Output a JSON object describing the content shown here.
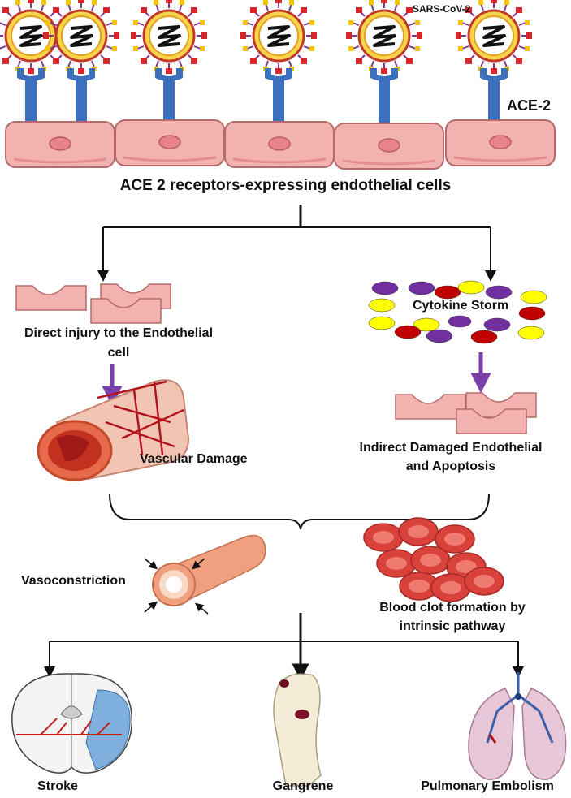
{
  "labels": {
    "virus": "SARS-CoV-2",
    "receptor": "ACE-2",
    "cells": "ACE 2 receptors-expressing endothelial cells",
    "cytokine": "Cytokine Storm",
    "direct_injury_line1": "Direct injury to the Endothelial",
    "direct_injury_line2": "cell",
    "vascular": "Vascular Damage",
    "indirect_line1": "Indirect Damaged Endothelial",
    "indirect_line2": "and Apoptosis",
    "vasoconstriction": "Vasoconstriction",
    "clot_line1": "Blood clot formation by",
    "clot_line2": "intrinsic pathway",
    "stroke": "Stroke",
    "gangrene": "Gangrene",
    "embolism": "Pulmonary Embolism"
  },
  "colors": {
    "cell_fill": "#f2b3b0",
    "cell_stroke": "#b66a6a",
    "nucleus": "#e8838b",
    "receptor": "#3d6fbf",
    "spike_red": "#d8262c",
    "spike_yellow": "#f5c400",
    "spike_purple": "#7a3b8f",
    "arrow_purple": "#7a3fa8",
    "cytokine_purple": "#7030a0",
    "cytokine_red": "#c00000",
    "cytokine_yellow": "#ffff00",
    "rbc": "#e0504a",
    "vessel": "#e88e78"
  },
  "icons": [
    "virus-icon",
    "ace2-receptor-icon",
    "endothelial-cell-icon",
    "cytokine-icon",
    "damaged-cell-icon",
    "blood-vessel-icon",
    "red-blood-cell-icon",
    "brain-icon",
    "foot-icon",
    "lungs-icon"
  ]
}
